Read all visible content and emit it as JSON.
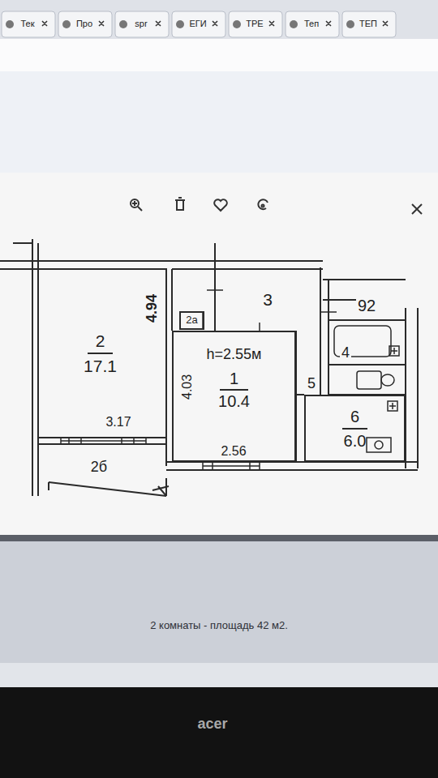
{
  "diagram": {
    "caption": "2 комнаты - площадь 42 м2.",
    "nodes": [
      {
        "text": [
          "2",
          "17.1"
        ]
      },
      {
        "text": [
          "h=2.55м",
          "1",
          "10.4"
        ]
      },
      {
        "text": [
          "2а"
        ]
      },
      {
        "text": [
          "6",
          "6.0"
        ]
      }
    ],
    "labels": [
      "Тек",
      "Про",
      "spr",
      "ЕГИ",
      "ТРЕ",
      "Теп",
      "ТЕП",
      "4.94",
      "3",
      "92",
      "4",
      "4.03",
      "5",
      "3.17",
      "2.56",
      "2б",
      "acer"
    ]
  }
}
